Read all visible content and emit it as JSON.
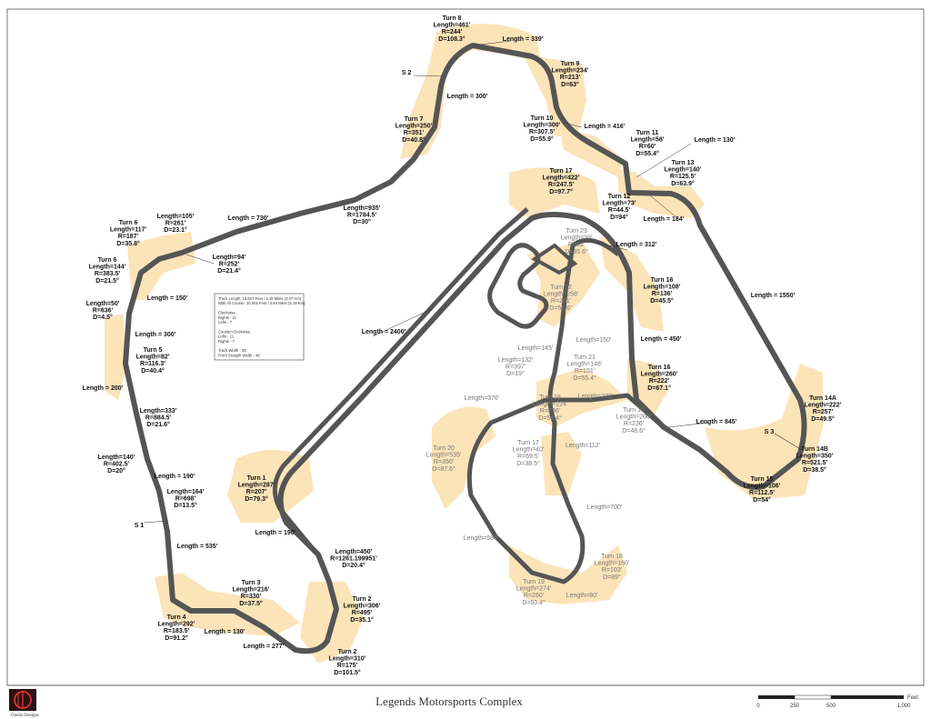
{
  "footer": {
    "title": "Legends Motorsports Complex",
    "brand": "Onelio Designs",
    "scale_unit": "Feet",
    "scale_ticks": [
      "0",
      "250",
      "500",
      "1,000"
    ]
  },
  "info_box": {
    "lines": [
      "Track Length: 15,627 Feet / 2.15 Miles (3.07 Km)",
      "With All Course: 20,001 Feet / 3.94 Miles (5.18 Km)",
      "",
      "Clockwise",
      "Rights - 11",
      "Lefts - 7",
      "",
      "Counter-Clockwise",
      "Lefts - 11",
      "Rights - 7",
      "",
      "Track Width - 38'",
      "Front Straight Width - 46'"
    ]
  },
  "sections": [
    {
      "id": "s1",
      "label": "S 1"
    },
    {
      "id": "s2",
      "label": "S 2"
    },
    {
      "id": "s3",
      "label": "S 3"
    }
  ],
  "labels": [
    {
      "id": "t8",
      "lines": [
        "Turn 8",
        "Length=461'",
        "R=244'",
        "D=108.3°"
      ],
      "style": "b"
    },
    {
      "id": "l339",
      "lines": [
        "Length = 339'"
      ],
      "style": "b"
    },
    {
      "id": "t9",
      "lines": [
        "Turn 9",
        "Length=234'",
        "R=213'",
        "D=63°"
      ],
      "style": "b"
    },
    {
      "id": "l300a",
      "lines": [
        "Length = 300'"
      ],
      "style": "b"
    },
    {
      "id": "t7",
      "lines": [
        "Turn 7",
        "Length=250'",
        "R=351'",
        "D=40.8°"
      ],
      "style": "b"
    },
    {
      "id": "t10",
      "lines": [
        "Turn 10",
        "Length=300'",
        "R=307.5'",
        "D=55.9°"
      ],
      "style": "b"
    },
    {
      "id": "l416",
      "lines": [
        "Length = 416'"
      ],
      "style": "b"
    },
    {
      "id": "t11",
      "lines": [
        "Turn 11",
        "Length=58'",
        "R=60'",
        "D=55.4°"
      ],
      "style": "b"
    },
    {
      "id": "l130a",
      "lines": [
        "Length = 130'"
      ],
      "style": "b"
    },
    {
      "id": "t13",
      "lines": [
        "Turn 13",
        "Length=140'",
        "R=125.5'",
        "D=63.9°"
      ],
      "style": "b"
    },
    {
      "id": "t17a",
      "lines": [
        "Turn 17",
        "Length=422'",
        "R=247.5'",
        "D=97.7°"
      ],
      "style": "b"
    },
    {
      "id": "t12",
      "lines": [
        "Turn 12",
        "Length=73'",
        "R=44.5'",
        "D=94°"
      ],
      "style": "b"
    },
    {
      "id": "l184",
      "lines": [
        "Length = 184'"
      ],
      "style": "b"
    },
    {
      "id": "l730",
      "lines": [
        "Length = 730'"
      ],
      "style": "b"
    },
    {
      "id": "l935",
      "lines": [
        "Length=935'",
        "R=1784.5'",
        "D=30°"
      ],
      "style": "b"
    },
    {
      "id": "l105",
      "lines": [
        "Length=105'",
        "R=261'",
        "D=23.1°"
      ],
      "style": "b"
    },
    {
      "id": "t6a",
      "lines": [
        "Turn 6",
        "Length=117'",
        "R=187'",
        "D=35.8°"
      ],
      "style": "b"
    },
    {
      "id": "l94",
      "lines": [
        "Length=94'",
        "R=252'",
        "D=21.4°"
      ],
      "style": "b"
    },
    {
      "id": "t6b",
      "lines": [
        "Turn 6",
        "Length=144'",
        "R=383.5'",
        "D=21.5°"
      ],
      "style": "b"
    },
    {
      "id": "l150a",
      "lines": [
        "Length = 150'"
      ],
      "style": "b"
    },
    {
      "id": "l50",
      "lines": [
        "Length=50'",
        "R=636'",
        "D=4.5°"
      ],
      "style": "b"
    },
    {
      "id": "l300b",
      "lines": [
        "Length = 300'"
      ],
      "style": "b"
    },
    {
      "id": "t5",
      "lines": [
        "Turn 5",
        "Length=82'",
        "R=116.3'",
        "D=40.4°"
      ],
      "style": "b"
    },
    {
      "id": "l200",
      "lines": [
        "Length = 200'"
      ],
      "style": "b"
    },
    {
      "id": "l333",
      "lines": [
        "Length=333'",
        "R=884.5'",
        "D=21.6°"
      ],
      "style": "b"
    },
    {
      "id": "l140",
      "lines": [
        "Length=140'",
        "R=402.5'",
        "D=20°"
      ],
      "style": "b"
    },
    {
      "id": "l190a",
      "lines": [
        "Length = 190'"
      ],
      "style": "b"
    },
    {
      "id": "l164",
      "lines": [
        "Length=164'",
        "R=698'",
        "D=13.5°"
      ],
      "style": "b"
    },
    {
      "id": "l535",
      "lines": [
        "Length = 535'"
      ],
      "style": "b"
    },
    {
      "id": "t1",
      "lines": [
        "Turn 1",
        "Length=287'",
        "R=207'",
        "D=79.3°"
      ],
      "style": "b"
    },
    {
      "id": "l190b",
      "lines": [
        "Length = 190'"
      ],
      "style": "b"
    },
    {
      "id": "l450a",
      "lines": [
        "Length=450'",
        "R=1261.199951'",
        "D=20.4°"
      ],
      "style": "b"
    },
    {
      "id": "t3",
      "lines": [
        "Turn 3",
        "Length=216'",
        "R=330'",
        "D=37.5°"
      ],
      "style": "b"
    },
    {
      "id": "t2a",
      "lines": [
        "Turn 2",
        "Length=306'",
        "R=495'",
        "D=35.1°"
      ],
      "style": "b"
    },
    {
      "id": "t4",
      "lines": [
        "Turn 4",
        "Length=292'",
        "R=183.5'",
        "D=91.2°"
      ],
      "style": "b"
    },
    {
      "id": "l130b",
      "lines": [
        "Length = 130'"
      ],
      "style": "b"
    },
    {
      "id": "l277",
      "lines": [
        "Length = 277'"
      ],
      "style": "b"
    },
    {
      "id": "t2b",
      "lines": [
        "Turn 2",
        "Length=310'",
        "R=175'",
        "D=101.5°"
      ],
      "style": "b"
    },
    {
      "id": "l2400",
      "lines": [
        "Length = 2400'"
      ],
      "style": "b"
    },
    {
      "id": "l312",
      "lines": [
        "Length = 312'"
      ],
      "style": "b"
    },
    {
      "id": "t16a",
      "lines": [
        "Turn 16",
        "Length=108'",
        "R=136'",
        "D=45.5°"
      ],
      "style": "b"
    },
    {
      "id": "l1550",
      "lines": [
        "Length = 1550'"
      ],
      "style": "b"
    },
    {
      "id": "l450b",
      "lines": [
        "Length = 450'"
      ],
      "style": "b"
    },
    {
      "id": "t16b",
      "lines": [
        "Turn 16",
        "Length=260'",
        "R=222'",
        "D=67.1°"
      ],
      "style": "b"
    },
    {
      "id": "l845",
      "lines": [
        "Length = 845'"
      ],
      "style": "b"
    },
    {
      "id": "t14a",
      "lines": [
        "Turn 14A",
        "Length=222'",
        "R=257'",
        "D=49.5°"
      ],
      "style": "b"
    },
    {
      "id": "t14b",
      "lines": [
        "Turn 14B",
        "Length=350'",
        "R=521.5'",
        "D=38.5°"
      ],
      "style": "b"
    },
    {
      "id": "t15",
      "lines": [
        "Turn 15",
        "Length=106'",
        "R=112.5'",
        "D=54°"
      ],
      "style": "b"
    },
    {
      "id": "t23",
      "lines": [
        "Turn 23",
        "Length=39'",
        "R=61'",
        "D=35.6°"
      ],
      "style": "g"
    },
    {
      "id": "t22",
      "lines": [
        "Turn 22",
        "Length=258'",
        "R=261'",
        "D=56.6°"
      ],
      "style": "g"
    },
    {
      "id": "l145",
      "lines": [
        "Length=145'"
      ],
      "style": "g"
    },
    {
      "id": "l150b",
      "lines": [
        "Length=150'"
      ],
      "style": "g"
    },
    {
      "id": "l132",
      "lines": [
        "Length=132'",
        "R=397'",
        "D=19°"
      ],
      "style": "g"
    },
    {
      "id": "t21",
      "lines": [
        "Turn 21",
        "Length=146'",
        "R=151'",
        "D=55.4°"
      ],
      "style": "g"
    },
    {
      "id": "l376",
      "lines": [
        "Length=376'"
      ],
      "style": "g"
    },
    {
      "id": "t18a",
      "lines": [
        "Turn 18",
        "Length=224'",
        "R=236'",
        "D=54.4°"
      ],
      "style": "g"
    },
    {
      "id": "l270",
      "lines": [
        "Length=270'"
      ],
      "style": "g"
    },
    {
      "id": "t16c",
      "lines": [
        "Turn 16",
        "Length=200'",
        "R=236'",
        "D=48.6°"
      ],
      "style": "g"
    },
    {
      "id": "t20",
      "lines": [
        "Turn 20",
        "Length=535'",
        "R=350'",
        "D=87.6°"
      ],
      "style": "g"
    },
    {
      "id": "t17b",
      "lines": [
        "Turn 17",
        "Length=40'",
        "R=69.5'",
        "D=38.5°"
      ],
      "style": "g"
    },
    {
      "id": "l112",
      "lines": [
        "Length=112'"
      ],
      "style": "g"
    },
    {
      "id": "l700",
      "lines": [
        "Length=700'"
      ],
      "style": "g"
    },
    {
      "id": "l584",
      "lines": [
        "Length=584'"
      ],
      "style": "g"
    },
    {
      "id": "t18b",
      "lines": [
        "Turn 18",
        "Length=160'",
        "R=103'",
        "D=89°"
      ],
      "style": "g"
    },
    {
      "id": "t19",
      "lines": [
        "Turn 19",
        "Length=274'",
        "R=260'",
        "D=60.4°"
      ],
      "style": "g"
    },
    {
      "id": "l80",
      "lines": [
        "Length=80'"
      ],
      "style": "g"
    }
  ]
}
